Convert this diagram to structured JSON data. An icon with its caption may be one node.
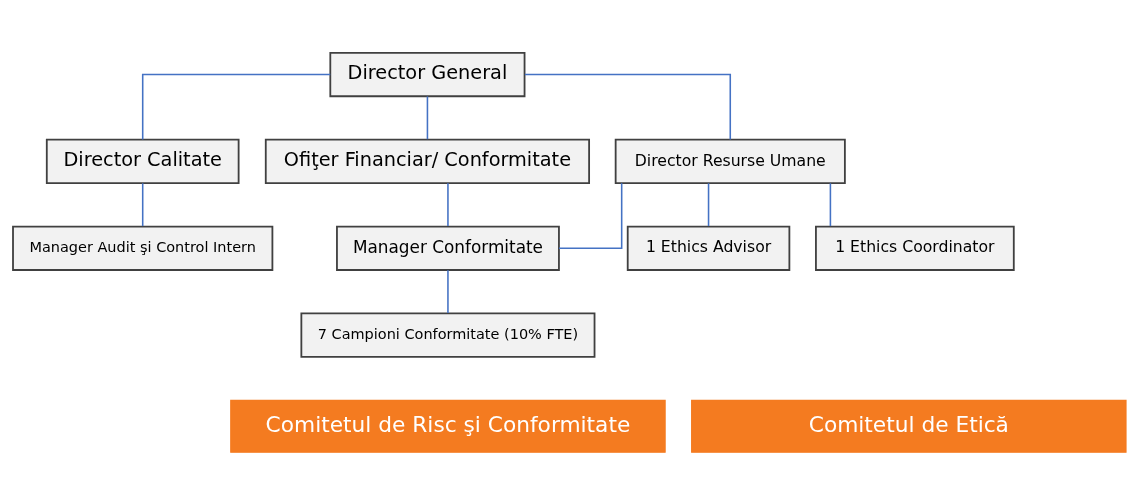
{
  "diagram": {
    "nodes": [
      {
        "text": [
          "Director General"
        ]
      },
      {
        "text": [
          "Director Calitate"
        ]
      },
      {
        "text": [
          "Ofiţer Financiar/ Conformitate"
        ]
      },
      {
        "text": [
          "Director Resurse Umane"
        ]
      },
      {
        "text": [
          "Manager Audit şi Control Intern"
        ]
      },
      {
        "text": [
          "Manager Conformitate"
        ]
      },
      {
        "text": [
          "7 Campioni Conformitate (10% FTE)"
        ]
      },
      {
        "text": [
          "1 Ethics Advisor"
        ]
      },
      {
        "text": [
          "1 Ethics Coordinator"
        ]
      },
      {
        "text": [
          "Comitetul de Risc şi Conformitate"
        ]
      },
      {
        "text": [
          "Comitetul de Etică"
        ]
      }
    ],
    "edges": [
      {
        "from": 0,
        "to": 1,
        "arrow": "none"
      },
      {
        "from": 0,
        "to": 2,
        "arrow": "none"
      },
      {
        "from": 0,
        "to": 3,
        "arrow": "none"
      },
      {
        "from": 1,
        "to": 4,
        "arrow": "none"
      },
      {
        "from": 2,
        "to": 5,
        "arrow": "none"
      },
      {
        "from": 3,
        "to": 5,
        "arrow": "none"
      },
      {
        "from": 5,
        "to": 6,
        "arrow": "none"
      },
      {
        "from": 3,
        "to": 7,
        "arrow": "none"
      },
      {
        "from": 3,
        "to": 8,
        "arrow": "none"
      }
    ]
  }
}
